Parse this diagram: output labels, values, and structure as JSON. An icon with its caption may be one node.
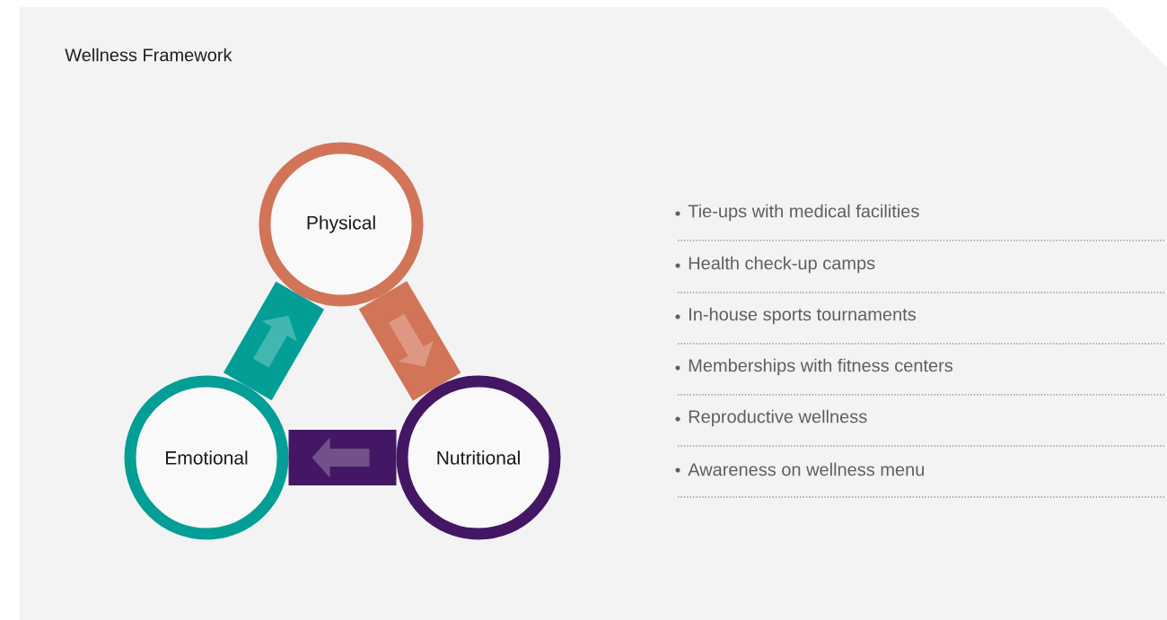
{
  "diagram": {
    "title": "Wellness Framework",
    "nodes": [
      {
        "text": [
          "Physical"
        ]
      },
      {
        "text": [
          "Emotional"
        ]
      },
      {
        "text": [
          "Nutritional"
        ]
      }
    ],
    "edges": [
      {
        "from": 1,
        "to": 0,
        "arrow": "to",
        "color": "#039e96"
      },
      {
        "from": 0,
        "to": 2,
        "arrow": "to",
        "color": "#d17458"
      },
      {
        "from": 2,
        "to": 1,
        "arrow": "to",
        "color": "#431764"
      }
    ],
    "labels": [
      "Tie-ups with medical facilities",
      "Health check-up camps",
      "In-house sports tournaments",
      "Memberships with fitness centers",
      "Reproductive wellness",
      "Awareness on wellness menu"
    ]
  }
}
